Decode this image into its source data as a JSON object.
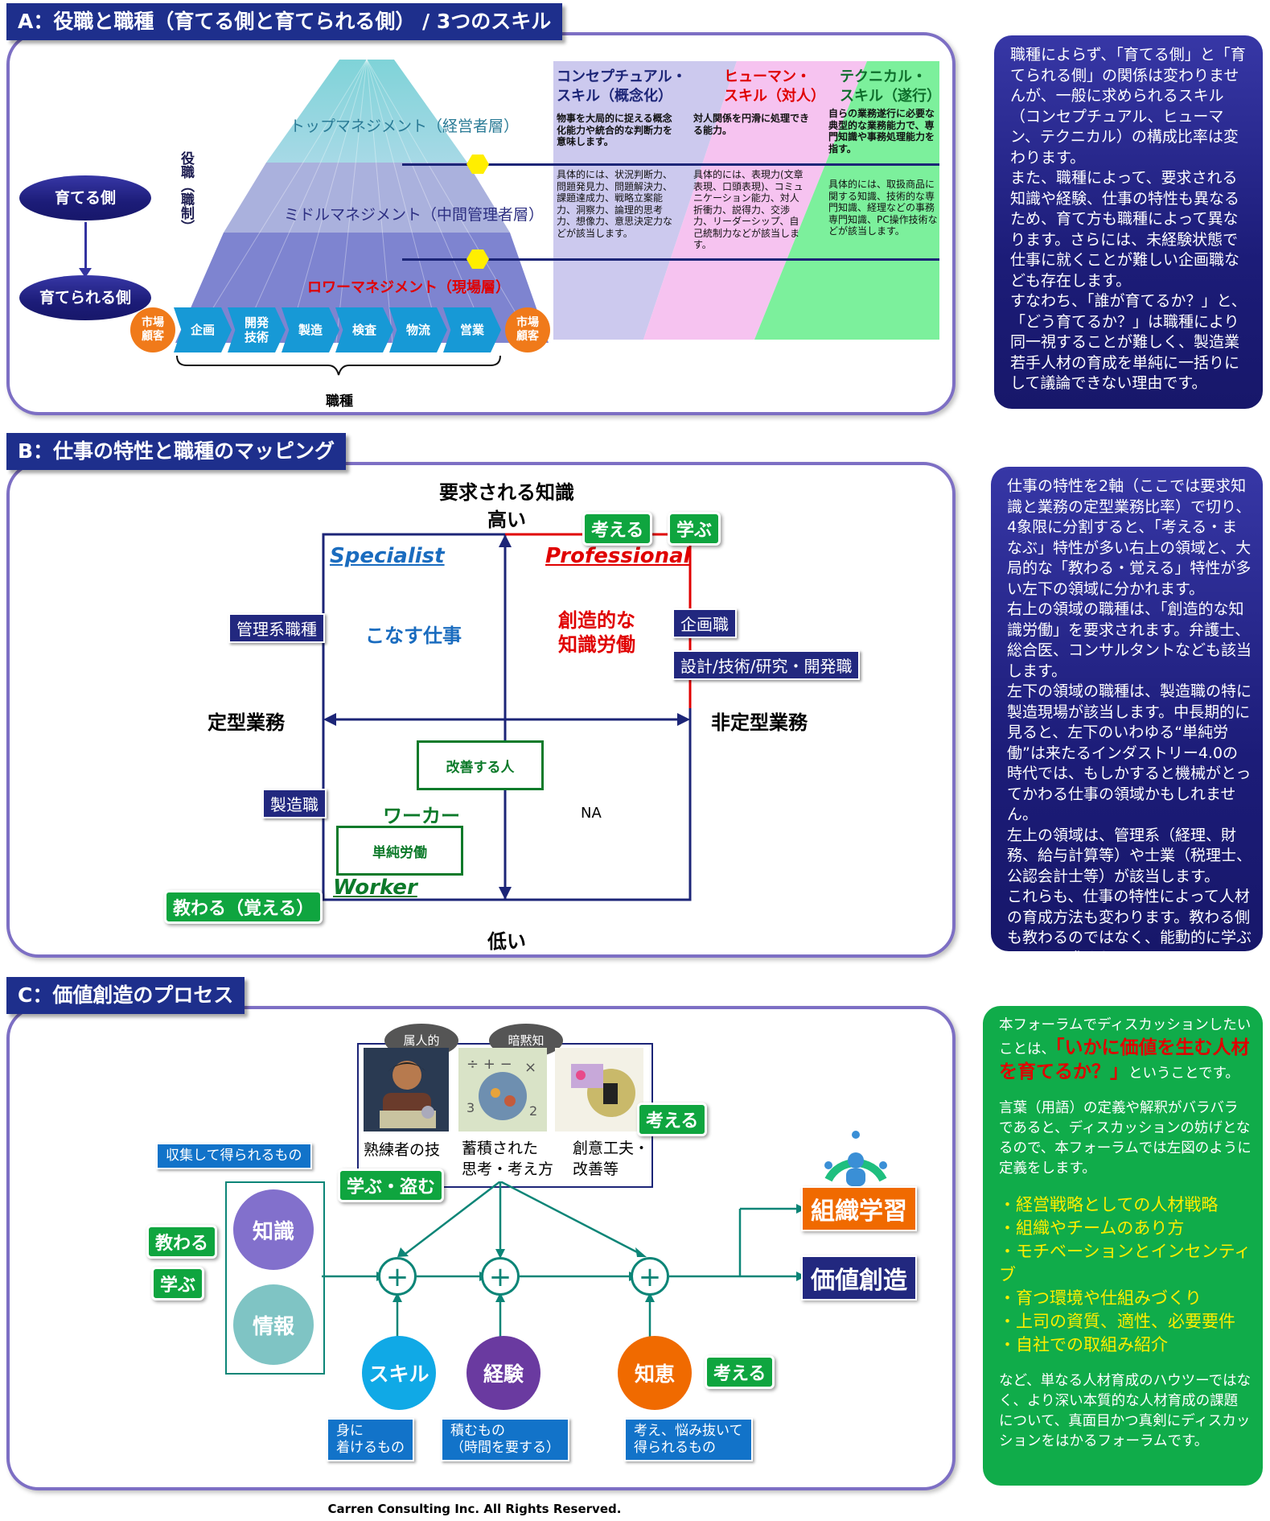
{
  "sectionA": {
    "header": "A：役職と職種（育てる側と育てられる側） / 3つのスキル",
    "top_mgmt": "トップマネジメント（経営者層）",
    "mid_mgmt": "ミドルマネジメント（中間管理者層）",
    "low_mgmt": "ロワーマネジメント（現場層）",
    "vertical_label": "役職（職制）",
    "grow_side": "育てる側",
    "grown_side": "育てられる側",
    "market_left": "市場\n顧客",
    "market_right": "市場\n顧客",
    "chevrons": [
      "企画",
      "開発\n技術",
      "製造",
      "検査",
      "物流",
      "営業"
    ],
    "job_type_label": "職種",
    "skills": {
      "conceptual_title": "コンセプチュアル・\nスキル（概念化）",
      "human_title": "ヒューマン・\nスキル（対人）",
      "technical_title": "テクニカル・\nスキル（遂行）",
      "conceptual_desc": "物事を大局的に捉える概念化能力や統合的な判断力を意味します。",
      "human_desc": "対人関係を円滑に処理できる能力。",
      "technical_desc": "自らの業務遂行に必要な典型的な業務能力で、専門知識や事務処理能力を指す。",
      "conceptual_detail": "具体的には、状況判断力、問題発見力、問題解決力、課題達成力、戦略立案能力、洞察力、論理的思考力、想像力、意思決定力などが該当します。",
      "human_detail": "具体的には、表現力(文章表現、口頭表現)、コミュニケーション能力、対人折衝力、説得力、交渉力、リーダーシップ、自己統制力などが該当します。",
      "technical_detail": "具体的には、取扱商品に関する知識、技術的な専門知識、経理などの事務専門知識、PC操作技術などが該当します。"
    },
    "side_text": "職種によらず、「育てる側」と「育てられる側」の関係は変わりませんが、一般に求められるスキル（コンセプチュアル、ヒューマン、テクニカル）の構成比率は変わります。\nまた、職種によって、要求される知識や経験、仕事の特性も異なるため、育て方も職種によって異なります。さらには、未経験状態で仕事に就くことが難しい企画職なども存在します。\nすなわち、「誰が育てるか？」と、「どう育てるか？」は職種により同一視することが難しく、製造業若手人材の育成を単純に一括りにして議論できない理由です。"
  },
  "sectionB": {
    "header": "B：仕事の特性と職種のマッピング",
    "axis_top": "要求される知識",
    "high": "高い",
    "low": "低い",
    "left_axis": "定型業務",
    "right_axis": "非定型業務",
    "specialist": "Specialist",
    "professional": "Professional",
    "worker_en": "Worker",
    "konasu": "こなす仕事",
    "creative": "創造的な\n知識労働",
    "worker_jp": "ワーカー",
    "na": "NA",
    "kanri": "管理系職種",
    "kikaku": "企画職",
    "sekkei": "設計/技術/研究・開発職",
    "seizou": "製造職",
    "kaizen": "改善する人",
    "tanjun": "単純労働",
    "think": "考える",
    "learn": "学ぶ",
    "taught": "教わる（覚える）",
    "side_text": "仕事の特性を2軸（ここでは要求知識と業務の定型業務比率）で切り、4象限に分割すると、「考える・まなぶ」特性が多い右上の領域と、大局的な「教わる・覚える」特性が多い左下の領域に分かれます。\n右上の領域の職種は、「創造的な知識労働」を要求されます。弁護士、総合医、コンサルタントなども該当します。\n左下の領域の職種は、製造職の特に製造現場が該当します。中長期的に見ると、左下のいわゆる“単純労働”は来たるインダストリー4.0の時代では、もしかすると機械がとってかわる仕事の領域かもしれません。\n左上の領域は、管理系（経理、財務、給与計算等）や士業（税理士、公認会計士等）が該当します。\nこれらも、仕事の特性によって人材の育成方法も変わります。教わる側も教わるのではなく、能動的に学ぶことも要求されるものもあります。"
  },
  "sectionC": {
    "header": "C：価値創造のプロセス",
    "personal": "属人的",
    "tacit": "暗黙知",
    "img1_label": "熟練者の技",
    "img2_label": "蓄積された\n思考・考え方",
    "img3_label": "創意工夫・\n改善等",
    "think_top": "考える",
    "learn_steal": "学ぶ・盗む",
    "collect": "収集して得られるもの",
    "knowledge": "知識",
    "info": "情報",
    "taught": "教わる",
    "learn": "学ぶ",
    "skill": "スキル",
    "experience": "経験",
    "wisdom": "知恵",
    "think_bottom": "考える",
    "skill_desc": "身に\n着けるもの",
    "exp_desc": "積むもの\n（時間を要する）",
    "wisdom_desc": "考え、悩み抜いて\n得られるもの",
    "org_learning": "組織学習",
    "value_creation": "価値創造",
    "plus": "+",
    "side_intro": "本フォーラムでディスカッションしたいことは、",
    "side_highlight": "「いかに価値を生む人材を育てるか？」",
    "side_intro2": "ということです。",
    "side_p2": "言葉（用語）の定義や解釈がバラバラであると、ディスカッションの妨げとなるので、本フォーラムでは左図のように定義をします。",
    "side_list": [
      "・経営戦略としての人材戦略",
      "・組織やチームのあり方",
      "・モチベーションとインセンティブ",
      "・育つ環境や仕組みづくり",
      "・上司の資質、適性、必要要件",
      "・自社での取組み紹介"
    ],
    "side_p3": "など、単なる人材育成のハウツーではなく、より深い本質的な人材育成の課題について、真面目かつ真剣にディスカッションをはかるフォーラムです。"
  },
  "footer": "Carren Consulting Inc. All Rights Reserved.",
  "colors": {
    "header_bg": "#1e2f8c",
    "panel_border": "#7d6fc4",
    "navy_box": "#1c1c78",
    "green_box": "#10ac4a",
    "chevron": "#1799d6",
    "orange": "#f07a1a"
  }
}
